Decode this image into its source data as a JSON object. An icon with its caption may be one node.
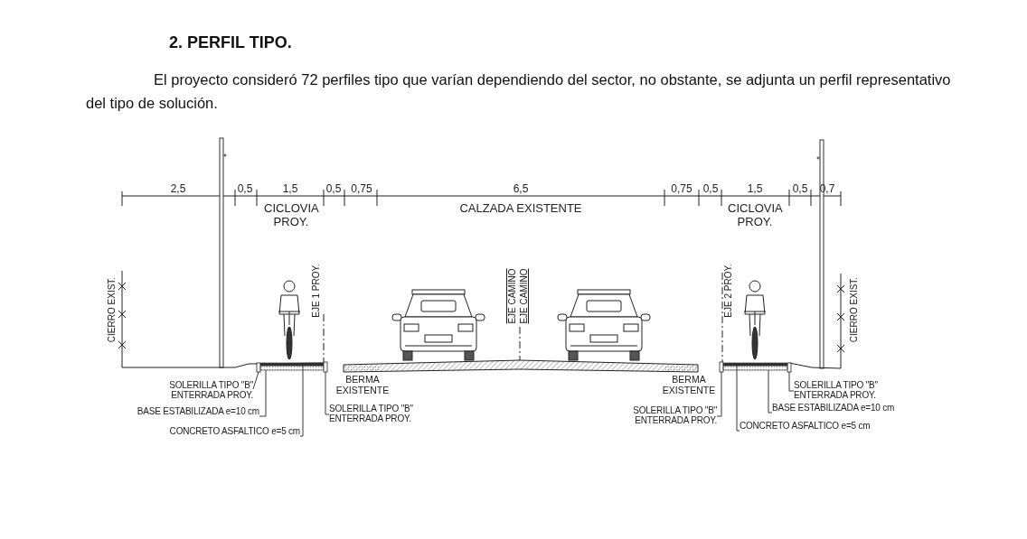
{
  "diagram": {
    "title": "2. PERFIL TIPO.",
    "nodes": [
      {
        "text": [
          "SOLERILLA TIPO \"B\" ENTERRADA PROY."
        ]
      },
      {
        "text": [
          "BASE ESTABILIZADA e=10 cm"
        ]
      },
      {
        "text": [
          "CONCRETO ASFALTICO e=5 cm"
        ]
      },
      {
        "text": [
          "SOLERILLA TIPO \"B\" ENTERRADA PROY."
        ]
      },
      {
        "text": [
          "SOLERILLA TIPO \"B\" ENTERRADA PROY."
        ]
      },
      {
        "text": [
          "SOLERILLA TIPO \"B\" ENTERRADA PROY."
        ]
      },
      {
        "text": [
          "BASE ESTABILIZADA e=10 cm"
        ]
      },
      {
        "text": [
          "CONCRETO ASFALTICO e=5 cm"
        ]
      },
      {
        "text": [],
        "shape": "box"
      },
      {
        "text": [],
        "shape": "bar"
      },
      {
        "text": [],
        "shape": "bar"
      },
      {
        "text": [],
        "shape": "box"
      },
      {
        "text": [],
        "shape": "box"
      },
      {
        "text": [],
        "shape": "box"
      },
      {
        "text": [],
        "shape": "bar"
      },
      {
        "text": [],
        "shape": "bar"
      }
    ],
    "edges": [
      {
        "from": 0,
        "to": 8,
        "arrow": "none"
      },
      {
        "from": 1,
        "to": 9,
        "arrow": "none"
      },
      {
        "from": 2,
        "to": 10,
        "arrow": "none"
      },
      {
        "from": 3,
        "to": 11,
        "arrow": "none"
      },
      {
        "from": 4,
        "to": 12,
        "arrow": "none"
      },
      {
        "from": 5,
        "to": 13,
        "arrow": "none"
      },
      {
        "from": 6,
        "to": 14,
        "arrow": "none"
      },
      {
        "from": 7,
        "to": 15,
        "arrow": "none"
      }
    ],
    "labels": [
      "El proyecto consideró 72 perfiles tipo que varían dependiendo del sector, no obstante, se adjunta un perfil representativo del tipo de solución.",
      "2,5",
      "0,5",
      "1,5",
      "0,5",
      "0,75",
      "6,5",
      "0,75",
      "0,5",
      "1,5",
      "0,5",
      "0,7",
      "CICLOVIA PROY.",
      "CALZADA EXISTENTE",
      "CICLOVIA PROY.",
      "CIERRO EXIST.",
      "EJE 1 PROY.",
      "EJE CAMINO",
      "EJE CAMINO",
      "EJE 2 PROY.",
      "CIERRO EXIST.",
      "BERMA EXISTENTE",
      "BERMA EXISTENTE"
    ]
  }
}
